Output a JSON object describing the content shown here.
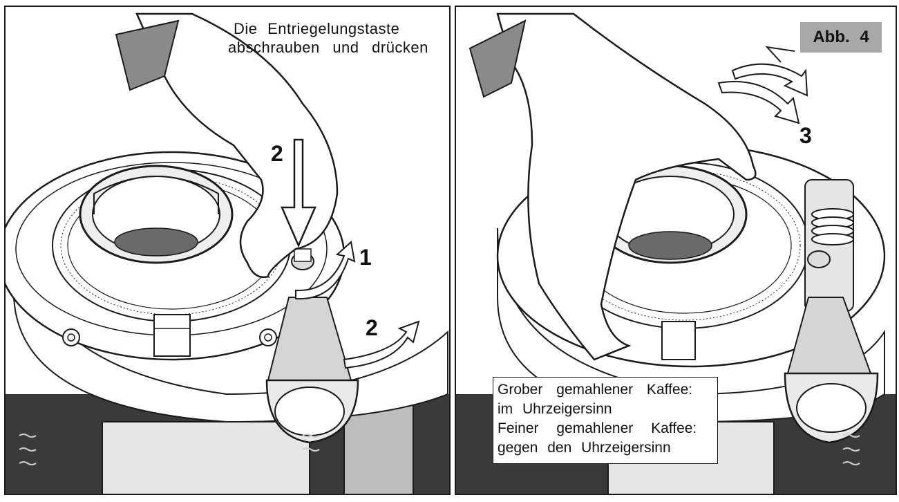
{
  "left_panel": {
    "caption_line1": "Die Entriegelungstaste",
    "caption_line2": "abschrauben und drücken",
    "step_press": "2",
    "step_unscrew": "1",
    "step_swing": "2"
  },
  "right_panel": {
    "figure_label": "Abb. 4",
    "step_rotate": "3",
    "coarse_label": "Grober gemahlener Kaffee:",
    "coarse_dir": "im Uhrzeigersinn",
    "fine_label": "Feiner gemahlener Kaffee:",
    "fine_dir": "gegen den Uhrzeigersinn"
  },
  "colors": {
    "line": "#1a1a1a",
    "dark_fill": "#3a3a3a",
    "mid_fill": "#7a7a7a",
    "light_fill": "#cfcfcf",
    "badge": "#a8a8a8"
  }
}
